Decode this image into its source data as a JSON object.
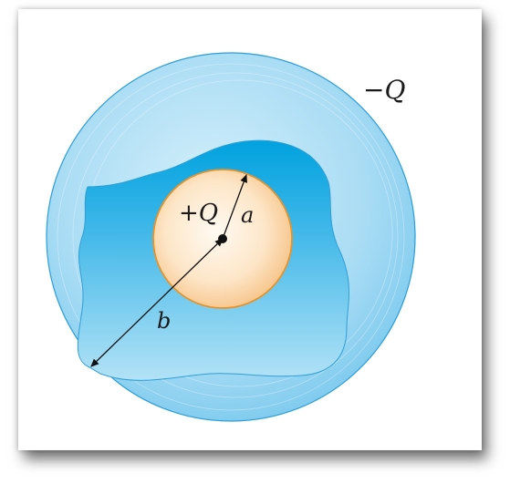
{
  "labels": {
    "outer_charge": "−Q",
    "inner_charge": "+Q",
    "inner_radius": "a",
    "outer_radius": "b"
  },
  "colors": {
    "shell_light": "#bfe6f8",
    "shell_mid": "#7fcdef",
    "cavity_deep": "#00a3e0",
    "cavity_light": "#8ad4f2",
    "sphere_core": "#fdf1e3",
    "sphere_edge": "#f5c48a",
    "sphere_outline": "#e8922a"
  }
}
